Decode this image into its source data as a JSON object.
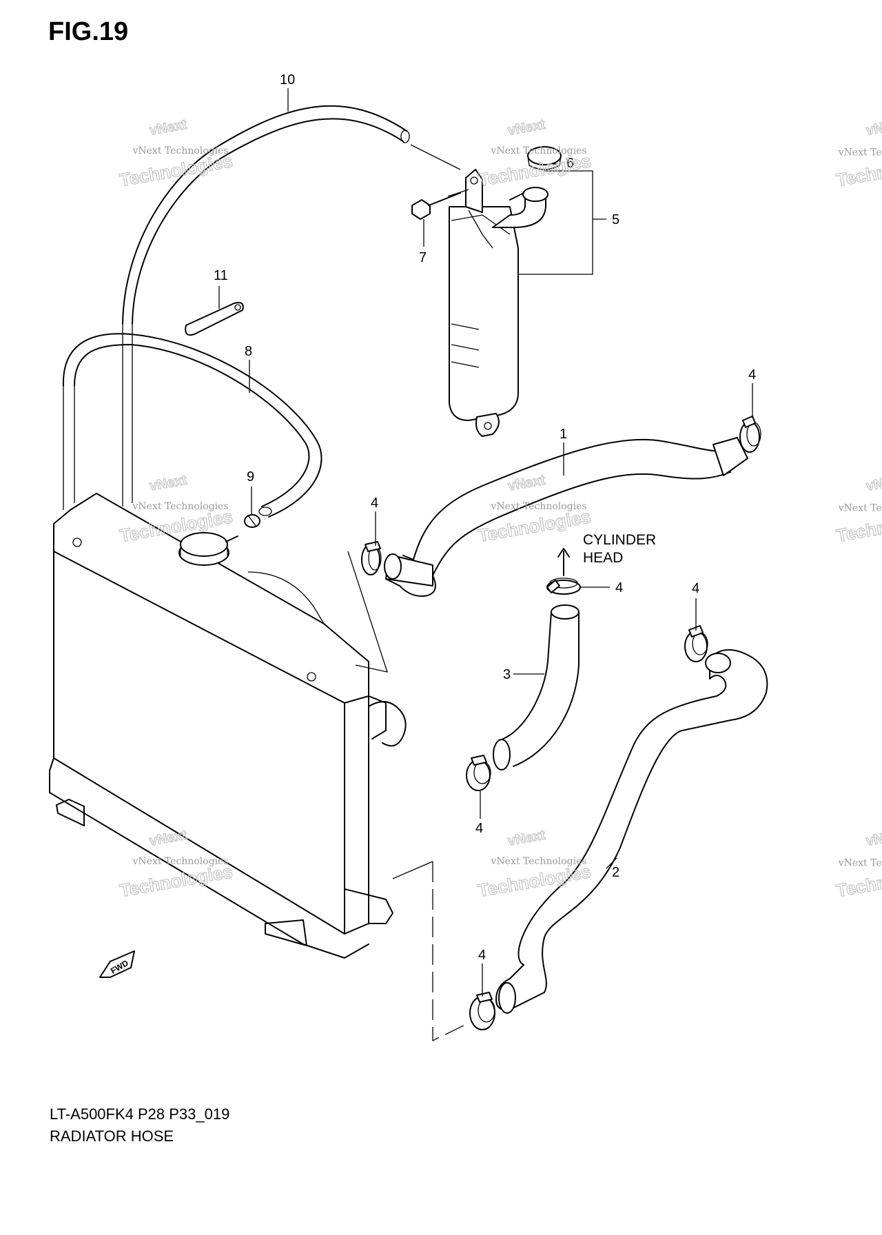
{
  "figure": {
    "title": "FIG.19",
    "model_code": "LT-A500FK4 P28 P33_019",
    "caption": "RADIATOR HOSE"
  },
  "annotations": {
    "cylinder_head_line1": "CYLINDER",
    "cylinder_head_line2": "HEAD",
    "fwd": "FWD"
  },
  "callouts": {
    "c1": "1",
    "c2": "2",
    "c3": "3",
    "c4": "4",
    "c5": "5",
    "c6": "6",
    "c7": "7",
    "c8": "8",
    "c9": "9",
    "c10": "10",
    "c11": "11"
  },
  "watermark": {
    "line1": "vNext",
    "line2": "vNext Technologies",
    "line3": "Technologies"
  }
}
